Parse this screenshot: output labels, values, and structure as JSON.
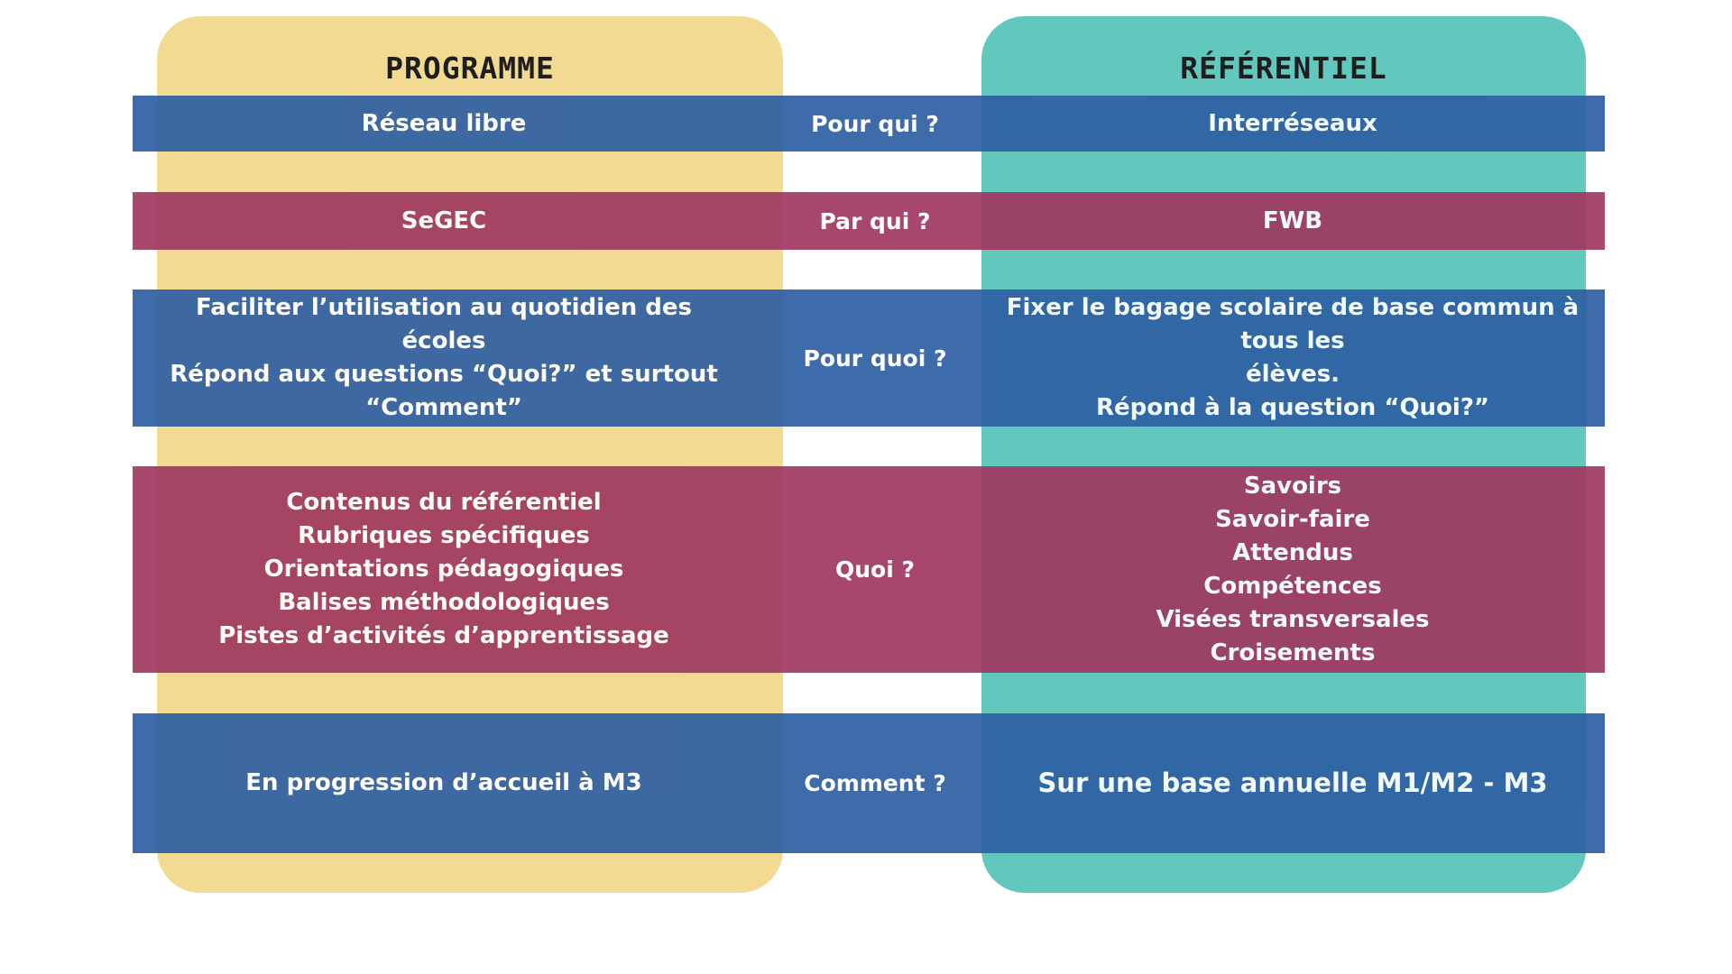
{
  "colors": {
    "programme_panel": "#f3da93",
    "referentiel_panel": "#62c8bd",
    "blue_band": "#2e5fa3",
    "pink_band": "#a0385f"
  },
  "programme": {
    "title": "PROGRAMME"
  },
  "referentiel": {
    "title": "RÉFÉRENTIEL"
  },
  "rows": [
    {
      "question": "Pour qui ?",
      "programme": [
        "Réseau libre"
      ],
      "referentiel": [
        "Interréseaux"
      ]
    },
    {
      "question": "Par qui ?",
      "programme": [
        "SeGEC"
      ],
      "referentiel": [
        "FWB"
      ]
    },
    {
      "question": "Pour quoi ?",
      "programme": [
        "Faciliter l’utilisation au quotidien des écoles",
        "Répond aux questions “Quoi?” et surtout",
        "“Comment”"
      ],
      "referentiel": [
        "Fixer le bagage scolaire de base commun à tous les",
        "élèves.",
        "Répond à la question “Quoi?”"
      ]
    },
    {
      "question": "Quoi ?",
      "programme": [
        "Contenus du référentiel",
        "Rubriques spécifiques",
        "Orientations pédagogiques",
        "Balises méthodologiques",
        "Pistes d’activités d’apprentissage"
      ],
      "referentiel": [
        "Savoirs",
        "Savoir-faire",
        "Attendus",
        "Compétences",
        "Visées transversales",
        "Croisements"
      ]
    },
    {
      "question": "Comment ?",
      "programme": [
        "En progression d’accueil à M3"
      ],
      "referentiel": [
        "Sur une base annuelle M1/M2 - M3"
      ]
    }
  ]
}
